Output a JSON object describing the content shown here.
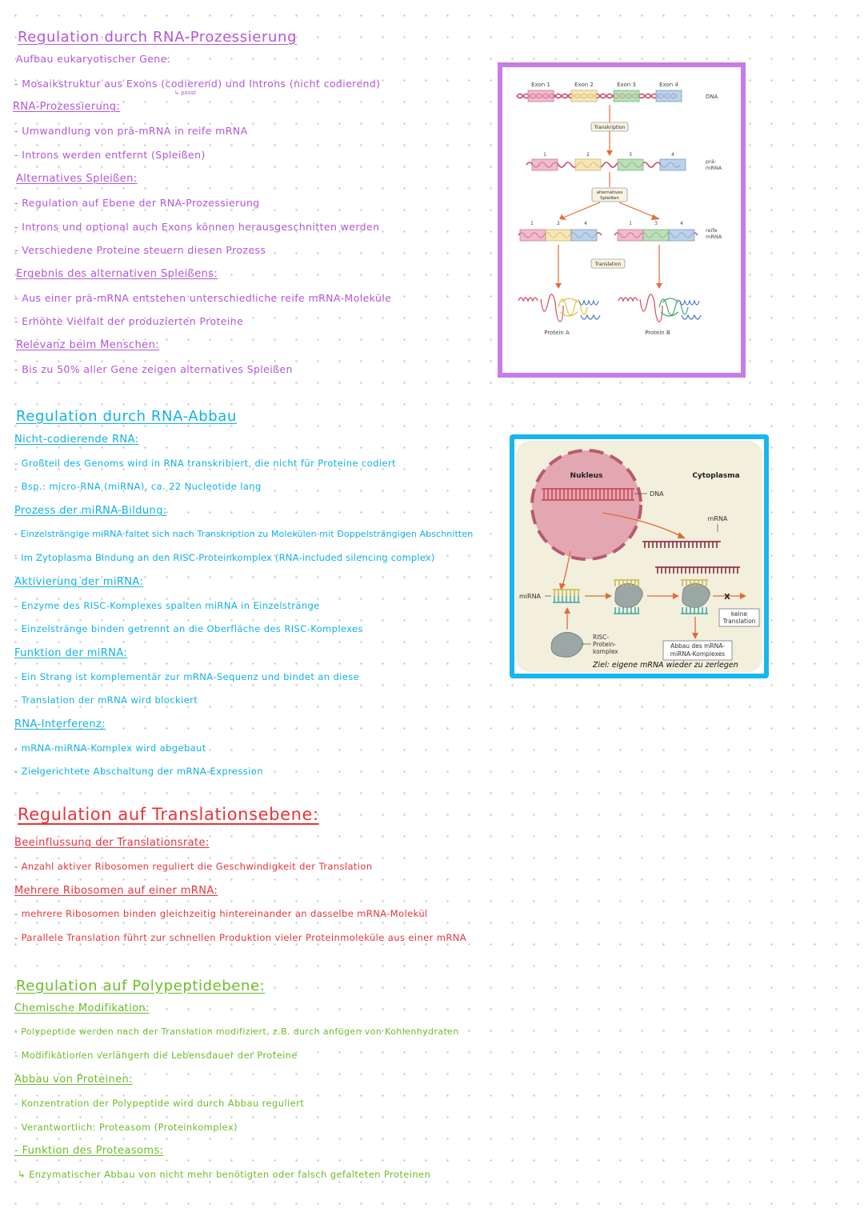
{
  "section1": {
    "title": "Regulation durch RNA-Prozessierung",
    "lines": [
      {
        "text": "Aufbau eukaryotischer Gene:",
        "kind": "sub"
      },
      {
        "text": "- Mosaikstruktur aus Exons (codierend) und Introns (nicht codierend)",
        "kind": "bullet"
      },
      {
        "text": "RNA-Prozessierung:",
        "kind": "head"
      },
      {
        "text": "- Umwandlung von prä-mRNA in reife mRNA",
        "kind": "bullet"
      },
      {
        "text": "- Introns werden entfernt (Spleißen)",
        "kind": "bullet"
      },
      {
        "text": "Alternatives Spleißen:",
        "kind": "head"
      },
      {
        "text": "- Regulation auf Ebene der RNA-Prozessierung",
        "kind": "bullet"
      },
      {
        "text": "- Introns und optional auch Exons können herausgeschnitten werden",
        "kind": "bullet"
      },
      {
        "text": "- Verschiedene Proteine steuern diesen Prozess",
        "kind": "bullet"
      },
      {
        "text": "Ergebnis des alternativen Spleißens:",
        "kind": "head"
      },
      {
        "text": "- Aus einer prä-mRNA entstehen unterschiedliche reife mRNA-Moleküle",
        "kind": "bullet"
      },
      {
        "text": "- Erhöhte Vielfalt der produzierten Proteine",
        "kind": "bullet"
      },
      {
        "text": "Relevanz beim Menschen:",
        "kind": "head"
      },
      {
        "text": "- Bis zu 50% aller Gene zeigen alternatives Spleißen",
        "kind": "bullet"
      }
    ],
    "note_small": "↳ passt"
  },
  "figure_splicing": {
    "exons": [
      "Exon 1",
      "Exon 2",
      "Exon 3",
      "Exon 4"
    ],
    "dna_label": "DNA",
    "transcription_label": "Transkription",
    "numbers_pre": [
      "1",
      "2",
      "3",
      "4"
    ],
    "pre_mrna_label": "prä-\nmRNA",
    "alt_splicing_label": "alternatives Spleißen",
    "left_numbers": [
      "1",
      "2",
      "4"
    ],
    "right_numbers": [
      "1",
      "3",
      "4"
    ],
    "mature_label": "reife\nmRNA",
    "translation_label": "Translation",
    "protein_a": "Protein A",
    "protein_b": "Protein B",
    "colors": {
      "exon1": "#e8a0b8",
      "exon2": "#f2e3a0",
      "exon3": "#a8d8a8",
      "exon4": "#a8c8e8",
      "strand": "#d0455e",
      "arrow": "#e0703a"
    }
  },
  "section2": {
    "title": "Regulation durch RNA-Abbau",
    "lines": [
      {
        "text": "Nicht-codierende RNA:",
        "kind": "head"
      },
      {
        "text": "- Großteil des Genoms wird in RNA transkribiert, die nicht für Proteine codiert",
        "kind": "bullet"
      },
      {
        "text": "- Bsp.: micro-RNA (miRNA), ca. 22 Nucleotide lang",
        "kind": "bullet"
      },
      {
        "text": "Prozess der miRNA-Bildung:",
        "kind": "head"
      },
      {
        "text": "- Einzelsträngige miRNA faltet sich nach Transkription zu Molekülen mit Doppelsträngigen Abschnitten",
        "kind": "bullet"
      },
      {
        "text": "- Im Zytoplasma Bindung an den RISC-Proteinkomplex (RNA-included silencing complex)",
        "kind": "bullet"
      },
      {
        "text": "Aktivierung der miRNA:",
        "kind": "head"
      },
      {
        "text": "- Enzyme des RISC-Komplexes spalten miRNA in Einzelstränge",
        "kind": "bullet"
      },
      {
        "text": "- Einzelstränge binden getrennt an die Oberfläche des RISC-Komplexes",
        "kind": "bullet"
      },
      {
        "text": "Funktion der miRNA:",
        "kind": "head"
      },
      {
        "text": "- Ein Strang ist komplementär zur mRNA-Sequenz und bindet an diese",
        "kind": "bullet"
      },
      {
        "text": "- Translation der mRNA wird blockiert",
        "kind": "bullet"
      },
      {
        "text": "RNA-Interferenz:",
        "kind": "head"
      },
      {
        "text": "- mRNA-miRNA-Komplex wird abgebaut",
        "kind": "bullet"
      },
      {
        "text": "- Zielgerichtete Abschaltung der mRNA-Expression",
        "kind": "bullet"
      }
    ]
  },
  "figure_rnai": {
    "nucleus": "Nukleus",
    "cytoplasm": "Cytoplasma",
    "dna": "DNA",
    "mrna": "mRNA",
    "mirna": "miRNA",
    "x_mark": "X",
    "no_translation": "keine\nTranslation",
    "risc": "RISC-\nProtein-\nkomplex",
    "degradation": "Abbau des mRNA-\nmiRNA-Komplexes",
    "handwritten": "Ziel: eigene mRNA wieder zu zerlegen",
    "colors": {
      "background": "#f3efdd",
      "nucleus": "#e3a7b1",
      "nucleus_border": "#b95a6e",
      "dna": "#c84050",
      "mrna": "#8a1a3a",
      "risc": "#9aa7a4",
      "mirna_a": "#c8b84a",
      "mirna_b": "#3aa8a0",
      "arrow": "#e06a3a"
    }
  },
  "section3": {
    "title": "Regulation auf Translationsebene:",
    "lines": [
      {
        "text": "Beeinflussung der Translationsrate:",
        "kind": "head"
      },
      {
        "text": "- Anzahl aktiver Ribosomen reguliert die Geschwindigkeit der Translation",
        "kind": "bullet"
      },
      {
        "text": "Mehrere Ribosomen auf einer mRNA:",
        "kind": "head"
      },
      {
        "text": "- mehrere Ribosomen binden gleichzeitig hintereinander an dasselbe mRNA-Molekül",
        "kind": "bullet"
      },
      {
        "text": "- Parallele Translation führt zur schnellen Produktion vieler Proteinmoleküle aus einer mRNA",
        "kind": "bullet"
      }
    ]
  },
  "section4": {
    "title": "Regulation auf Polypeptidebene:",
    "lines": [
      {
        "text": "Chemische Modifikation:",
        "kind": "head"
      },
      {
        "text": "- Polypeptide werden nach der Translation modifiziert, z.B. durch anfügen von Kohlenhydraten",
        "kind": "bullet"
      },
      {
        "text": "- Modifikationen verlängern die Lebensdauer der Proteine",
        "kind": "bullet"
      },
      {
        "text": "Abbau von Proteinen:",
        "kind": "head"
      },
      {
        "text": "- Konzentration der Polypeptide wird durch Abbau reguliert",
        "kind": "bullet"
      },
      {
        "text": "- Verantwortlich: Proteasom (Proteinkomplex)",
        "kind": "bullet"
      },
      {
        "text": "- Funktion des Proteasoms:",
        "kind": "head"
      },
      {
        "text": "↳ Enzymatischer Abbau von nicht mehr benötigten oder falsch gefalteten Proteinen",
        "kind": "bullet"
      }
    ]
  }
}
